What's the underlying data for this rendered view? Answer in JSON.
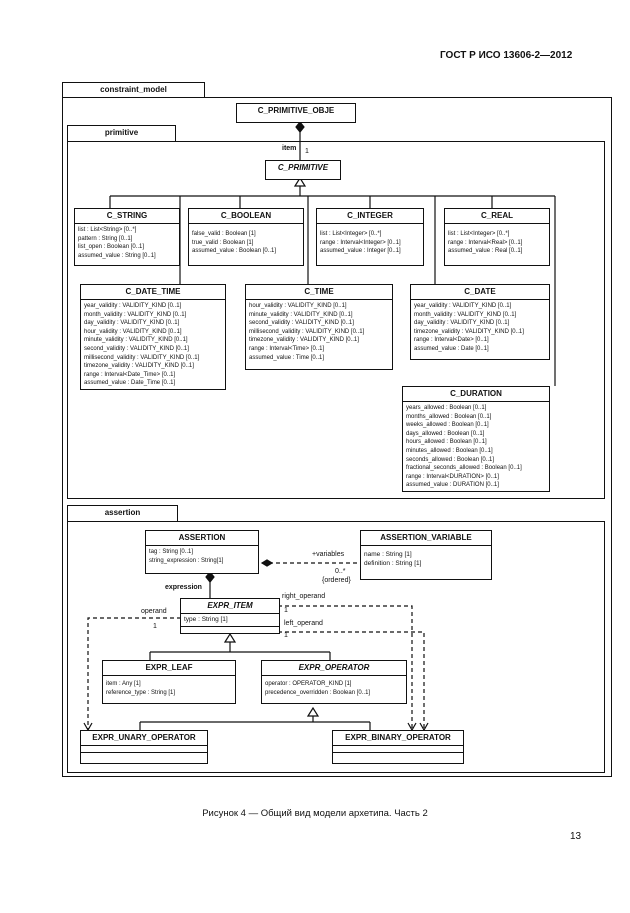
{
  "doc_header": "ГОСТ Р ИСО 13606-2—2012",
  "page_number": "13",
  "caption": "Рисунок 4 — Общий вид модели архетипа. Часть 2",
  "packages": {
    "constraint_model": "constraint_model",
    "primitive": "primitive",
    "assertion": "assertion"
  },
  "classes": {
    "c_primitive_object": {
      "name": "C_PRIMITIVE_OBJE"
    },
    "c_primitive": {
      "name": "C_PRIMITIVE"
    },
    "c_string": {
      "name": "C_STRING",
      "attrs": [
        "list : List<String> [0..*]",
        "pattern : String [0..1]",
        "list_open : Boolean [0..1]",
        "assumed_value : String [0..1]"
      ]
    },
    "c_boolean": {
      "name": "C_BOOLEAN",
      "attrs": [
        "false_valid : Boolean [1]",
        "true_valid : Boolean [1]",
        "assumed_value : Boolean [0..1]"
      ]
    },
    "c_integer": {
      "name": "C_INTEGER",
      "attrs": [
        "list : List<Integer> [0..*]",
        "range : Interval<Integer> [0..1]",
        "assumed_value : Integer [0..1]"
      ]
    },
    "c_real": {
      "name": "C_REAL",
      "attrs": [
        "list : List<Integer> [0..*]",
        "range : Interval<Real> [0..1]",
        "assumed_value : Real [0..1]"
      ]
    },
    "c_date_time": {
      "name": "C_DATE_TIME",
      "attrs": [
        "year_validity : VALIDITY_KIND [0..1]",
        "month_validity : VALIDITY_KIND [0..1]",
        "day_validity : VALIDITY_KIND [0..1]",
        "hour_validity : VALIDITY_KIND [0..1]",
        "minute_validity : VALIDITY_KIND [0..1]",
        "second_validity : VALIDITY_KIND [0..1]",
        "millisecond_validity : VALIDITY_KIND [0..1]",
        "timezone_validity : VALIDITY_KIND [0..1]",
        "range : Interval<Date_Time> [0..1]",
        "assumed_value : Date_Time [0..1]"
      ]
    },
    "c_time": {
      "name": "C_TIME",
      "attrs": [
        "hour_validity : VALIDITY_KIND [0..1]",
        "minute_validity : VALIDITY_KIND [0..1]",
        "second_validity : VALIDITY_KIND [0..1]",
        "millisecond_validity : VALIDITY_KIND [0..1]",
        "timezone_validity : VALIDITY_KIND [0..1]",
        "range : Interval<Time> [0..1]",
        "assumed_value : Time [0..1]"
      ]
    },
    "c_date": {
      "name": "C_DATE",
      "attrs": [
        "year_validity : VALIDITY_KIND [0..1]",
        "month_validity : VALIDITY_KIND [0..1]",
        "day_validity : VALIDITY_KIND [0..1]",
        "timezone_validity : VALIDITY_KIND [0..1]",
        "range : Interval<Date> [0..1]",
        "assumed_value : Date [0..1]"
      ]
    },
    "c_duration": {
      "name": "C_DURATION",
      "attrs": [
        "years_allowed : Boolean [0..1]",
        "months_allowed : Boolean [0..1]",
        "weeks_allowed : Boolean [0..1]",
        "days_allowed : Boolean [0..1]",
        "hours_allowed : Boolean [0..1]",
        "minutes_allowed : Boolean [0..1]",
        "seconds_allowed : Boolean [0..1]",
        "fractional_seconds_allowed : Boolean [0..1]",
        "range : Interval<DURATION> [0..1]",
        "assumed_value : DURATION [0..1]"
      ]
    },
    "assertion": {
      "name": "ASSERTION",
      "attrs": [
        "tag : String [0..1]",
        "string_expression : String[1]"
      ]
    },
    "assertion_variable": {
      "name": "ASSERTION_VARIABLE",
      "attrs": [
        "name : String [1]",
        "definition : String [1]"
      ]
    },
    "expr_item": {
      "name": "EXPR_ITEM",
      "attrs": [
        "type : String [1]"
      ]
    },
    "expr_leaf": {
      "name": "EXPR_LEAF",
      "attrs": [
        "item : Any [1]",
        "reference_type : String [1]"
      ]
    },
    "expr_operator": {
      "name": "EXPR_OPERATOR",
      "attrs": [
        "operator : OPERATOR_KIND [1]",
        "precedence_overridden : Boolean [0..1]"
      ]
    },
    "expr_unary_operator": {
      "name": "EXPR_UNARY_OPERATOR"
    },
    "expr_binary_operator": {
      "name": "EXPR_BINARY_OPERATOR"
    }
  },
  "labels": {
    "item": "item",
    "one_a": "1",
    "variables": "+variables",
    "variables_mult": "0..*",
    "ordered": "{ordered}",
    "expression": "expression",
    "right_operand": "right_operand",
    "operand": "operand",
    "left_operand": "left_operand",
    "one_b": "1",
    "one_c": "1",
    "one_d": "1"
  }
}
